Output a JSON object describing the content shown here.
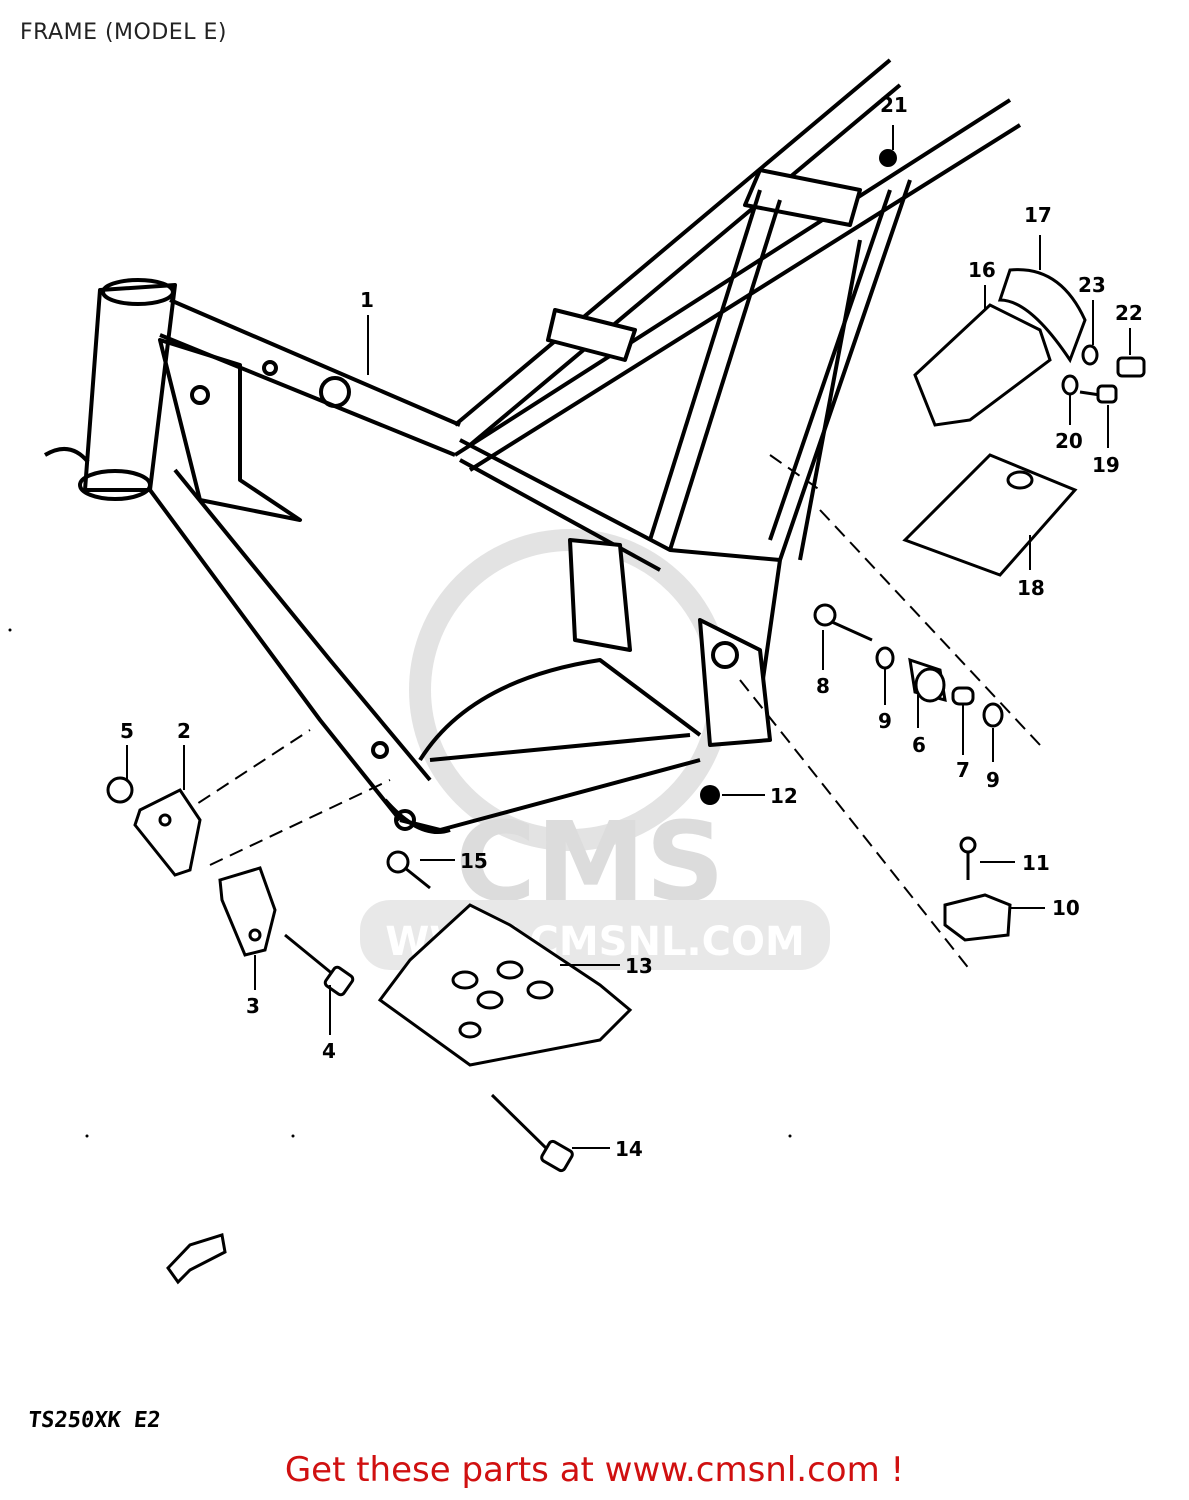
{
  "page": {
    "title": "FRAME (MODEL E)",
    "model_code": "TS250XK  E2",
    "footer_link": "Get these parts at www.cmsnl.com !"
  },
  "watermark": {
    "brand": "CMS",
    "url": "WWW.CMSNL.COM",
    "color": "#d9d9d9"
  },
  "diagram": {
    "stroke_color": "#000000",
    "callouts": [
      "1",
      "2",
      "3",
      "4",
      "5",
      "6",
      "7",
      "8",
      "9",
      "9",
      "10",
      "11",
      "12",
      "13",
      "14",
      "15",
      "16",
      "17",
      "18",
      "19",
      "20",
      "21",
      "22",
      "23"
    ]
  },
  "colors": {
    "footer": "#d01010",
    "line": "#000000",
    "background": "#ffffff"
  }
}
